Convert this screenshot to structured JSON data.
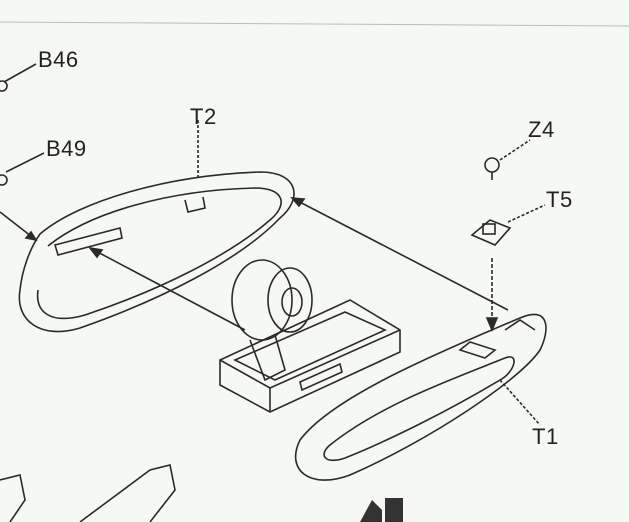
{
  "labels": {
    "b46": "B46",
    "b49": "B49",
    "t2": "T2",
    "z4": "Z4",
    "t5": "T5",
    "t1": "T1"
  },
  "colors": {
    "paper": "#f6f8f3",
    "ink": "#2a2a2a"
  }
}
